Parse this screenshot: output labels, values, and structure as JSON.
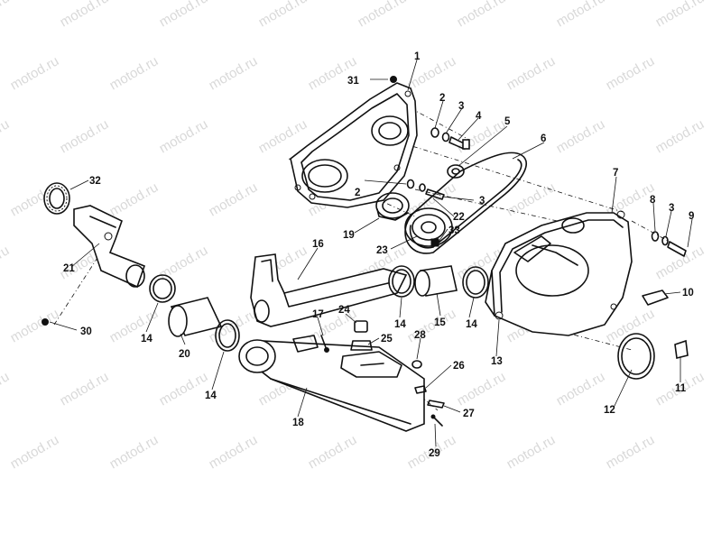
{
  "watermark": "motod.ru",
  "callouts": [
    "1",
    "2",
    "3",
    "4",
    "5",
    "6",
    "7",
    "8",
    "3",
    "9",
    "10",
    "11",
    "12",
    "13",
    "14",
    "15",
    "14",
    "16",
    "17",
    "18",
    "19",
    "2",
    "3",
    "22",
    "23",
    "33",
    "24",
    "25",
    "28",
    "26",
    "27",
    "29",
    "14",
    "20",
    "14",
    "21",
    "30",
    "32",
    "31"
  ]
}
